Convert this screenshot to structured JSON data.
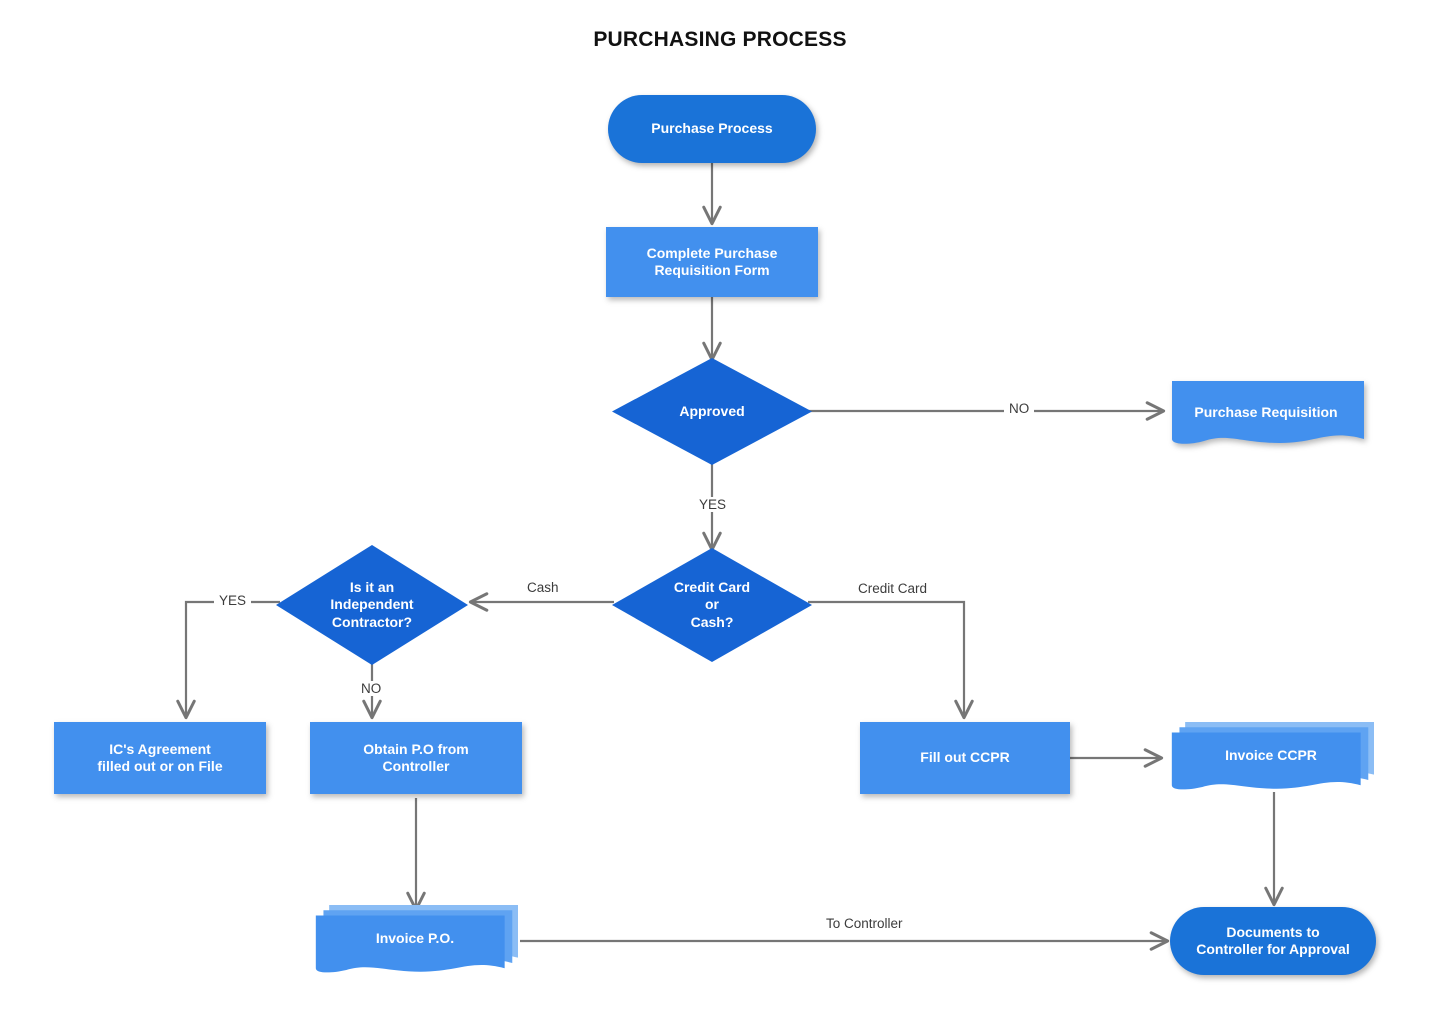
{
  "title": "PURCHASING PROCESS",
  "colors": {
    "terminator": "#1a73d8",
    "process": "#4290ee",
    "decision": "#1664d4",
    "document": "#4290ee",
    "edge": "#767676",
    "label_text": "#3c3c3c",
    "title_text": "#111111",
    "node_text": "#ffffff",
    "background": "#ffffff"
  },
  "nodes": [
    {
      "id": "purchase-process",
      "type": "terminator",
      "label": "Purchase Process"
    },
    {
      "id": "complete-purchase-req",
      "type": "process",
      "label": "Complete Purchase\nRequisition Form"
    },
    {
      "id": "approved",
      "type": "decision",
      "label": "Approved"
    },
    {
      "id": "purchase-requisition",
      "type": "document",
      "label": "Purchase Requisition"
    },
    {
      "id": "credit-card-or-cash",
      "type": "decision",
      "label": "Credit Card\nor\nCash?"
    },
    {
      "id": "independent-contractor",
      "type": "decision",
      "label": "Is it an\nIndependent\nContractor?"
    },
    {
      "id": "ic-agreement",
      "type": "process",
      "label": "IC's Agreement\nfilled out or on File"
    },
    {
      "id": "obtain-po",
      "type": "process",
      "label": "Obtain P.O from\nController"
    },
    {
      "id": "fill-out-ccpr",
      "type": "process",
      "label": "Fill out CCPR"
    },
    {
      "id": "invoice-ccpr",
      "type": "multidoc",
      "label": "Invoice CCPR"
    },
    {
      "id": "invoice-po",
      "type": "multidoc",
      "label": "Invoice P.O."
    },
    {
      "id": "documents-to-controller",
      "type": "terminator",
      "label": "Documents to\nController for Approval"
    }
  ],
  "edges": [
    {
      "id": "e-start-to-form",
      "from": "purchase-process",
      "to": "complete-purchase-req",
      "label": ""
    },
    {
      "id": "e-form-to-approved",
      "from": "complete-purchase-req",
      "to": "approved",
      "label": ""
    },
    {
      "id": "e-approved-no",
      "from": "approved",
      "to": "purchase-requisition",
      "label": "NO"
    },
    {
      "id": "e-approved-yes",
      "from": "approved",
      "to": "credit-card-or-cash",
      "label": "YES"
    },
    {
      "id": "e-cash",
      "from": "credit-card-or-cash",
      "to": "independent-contractor",
      "label": "Cash"
    },
    {
      "id": "e-credit-card",
      "from": "credit-card-or-cash",
      "to": "fill-out-ccpr",
      "label": "Credit Card"
    },
    {
      "id": "e-ic-yes",
      "from": "independent-contractor",
      "to": "ic-agreement",
      "label": "YES"
    },
    {
      "id": "e-ic-no",
      "from": "independent-contractor",
      "to": "obtain-po",
      "label": "NO"
    },
    {
      "id": "e-po-to-invoice",
      "from": "obtain-po",
      "to": "invoice-po",
      "label": ""
    },
    {
      "id": "e-ccpr-to-invoice",
      "from": "fill-out-ccpr",
      "to": "invoice-ccpr",
      "label": ""
    },
    {
      "id": "e-invoice-ccpr-to-doc",
      "from": "invoice-ccpr",
      "to": "documents-to-controller",
      "label": ""
    },
    {
      "id": "e-invoice-po-to-doc",
      "from": "invoice-po",
      "to": "documents-to-controller",
      "label": "To Controller"
    }
  ],
  "edge_labels": {
    "approved_no": "NO",
    "approved_yes": "YES",
    "cash": "Cash",
    "credit_card": "Credit Card",
    "ic_yes": "YES",
    "ic_no": "NO",
    "to_controller": "To Controller"
  }
}
